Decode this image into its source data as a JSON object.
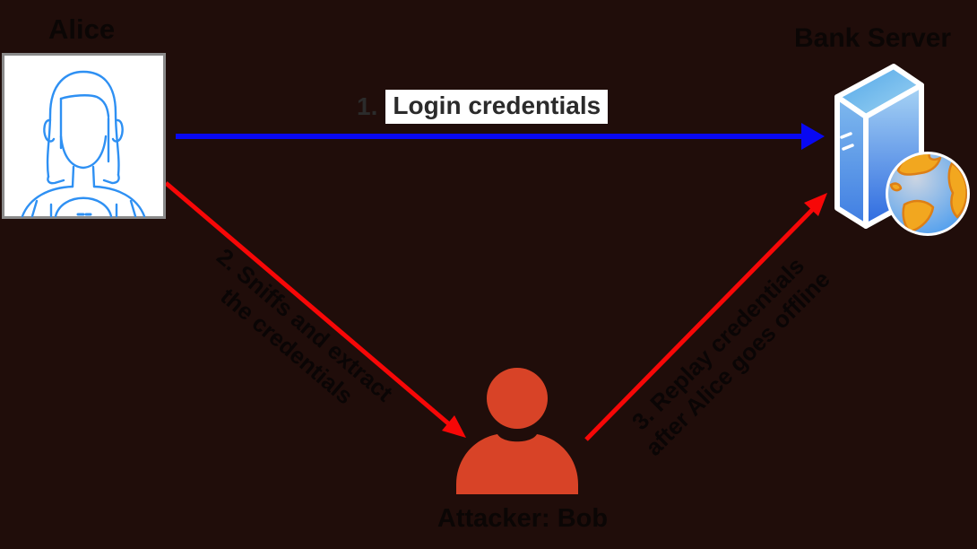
{
  "diagram_title": "Replay attack diagram",
  "nodes": {
    "alice": {
      "label": "Alice",
      "icon": "woman-portrait-icon"
    },
    "bank_server": {
      "label": "Bank Server",
      "icon": "server-globe-icon"
    },
    "attacker": {
      "label": "Attacker: Bob",
      "icon": "person-silhouette-icon"
    }
  },
  "messages": {
    "login": {
      "number": "1.",
      "text": "Login credentials"
    },
    "sniff": {
      "line1": "2. Sniffs and extract",
      "line2": "the credentials"
    },
    "replay": {
      "line1": "3. Replay credentials",
      "line2": "after Alice goes offline"
    }
  },
  "colors": {
    "background": "#200d0a",
    "blue_arrow": "#0808f2",
    "red_arrow": "#f70707",
    "attacker_body": "#d84327",
    "alice_stroke": "#2e90f3",
    "label_text": "#0b0605",
    "login_text": "#2b2b2b",
    "login_highlight_bg": "#ffffff",
    "portrait_border": "#8a8a8a",
    "server_blue_dark": "#2d6ae0",
    "server_blue_light": "#a8d4f4",
    "globe_land": "#f2a71f"
  }
}
